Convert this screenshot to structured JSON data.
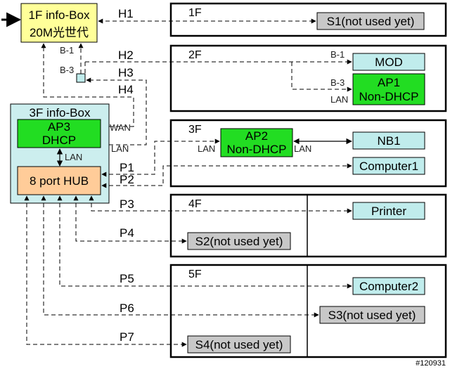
{
  "colors": {
    "infobox1f": "#ffff99",
    "infobox3f": "#cceeee",
    "green": "#22dd22",
    "cyan": "#c0ecec",
    "gray": "#c8c8c8",
    "orange": "#ffcc99"
  },
  "nodes": {
    "infobox1f": {
      "line1": "1F info-Box",
      "line2": "20M光世代"
    },
    "s1": "S1(not used yet)",
    "mod": "MOD",
    "ap1": {
      "line1": "AP1",
      "line2": "Non-DHCP"
    },
    "infobox3f": "3F info-Box",
    "ap3": {
      "line1": "AP3",
      "line2": "DHCP"
    },
    "hub": "8 port HUB",
    "ap2": {
      "line1": "AP2",
      "line2": "Non-DHCP"
    },
    "nb1": "NB1",
    "computer1": "Computer1",
    "printer": "Printer",
    "s2": "S2(not used yet)",
    "computer2": "Computer2",
    "s3": "S3(not used yet)",
    "s4": "S4(not used yet)"
  },
  "floors": {
    "f1": "1F",
    "f2": "2F",
    "f3": "3F",
    "f4": "4F",
    "f5": "5F"
  },
  "links": {
    "h1": "H1",
    "h2": "H2",
    "h3": "H3",
    "h4": "H4",
    "p1": "P1",
    "p2": "P2",
    "p3": "P3",
    "p4": "P4",
    "p5": "P5",
    "p6": "P6",
    "p7": "P7"
  },
  "ports": {
    "b1_left": "B-1",
    "b3_left": "B-3",
    "b1_2f": "B-1",
    "b3_2f": "B-3",
    "lan_ap1": "LAN",
    "wan": "WAN",
    "lan_ap3": "LAN",
    "lan_mid": "LAN",
    "lan_ap2_left": "LAN",
    "lan_ap2_right": "LAN"
  },
  "watermark": "#120931"
}
